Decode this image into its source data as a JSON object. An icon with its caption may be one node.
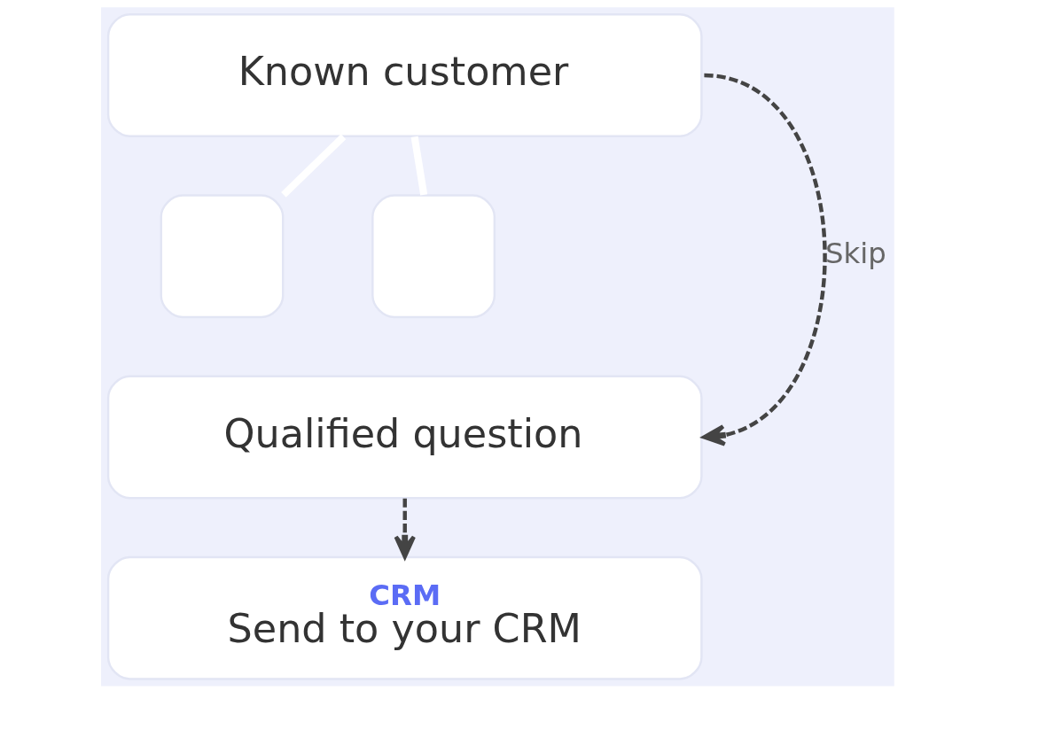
{
  "diagram": {
    "nodes": [
      {
        "text": [
          "Known customer"
        ]
      },
      {
        "text": [],
        "shape": "box"
      },
      {
        "text": [],
        "shape": "box"
      },
      {
        "text": [
          "Qualified question"
        ]
      },
      {
        "text": [
          "CRM",
          "Send to your CRM"
        ]
      }
    ],
    "edges": [
      {
        "from": 0,
        "to": 1,
        "arrow": "none",
        "color": "#ffffff",
        "style": "thick"
      },
      {
        "from": 0,
        "to": 2,
        "arrow": "none",
        "color": "#ffffff",
        "style": "thick"
      },
      {
        "from": 3,
        "to": 4,
        "arrow": "to",
        "style": "dashed",
        "color": "#444444"
      },
      {
        "from": 0,
        "to": 3,
        "arrow": "to",
        "style": "dashed",
        "color": "#444444",
        "label": "Skip"
      }
    ]
  }
}
